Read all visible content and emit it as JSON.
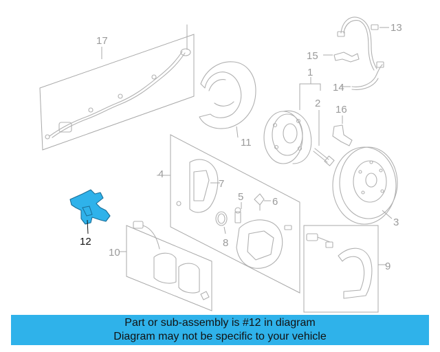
{
  "callouts": {
    "c1": "1",
    "c2": "2",
    "c3": "3",
    "c4": "4",
    "c5": "5",
    "c6": "6",
    "c7": "7",
    "c8": "8",
    "c9": "9",
    "c10": "10",
    "c11": "11",
    "c12": "12",
    "c13": "13",
    "c14": "14",
    "c15": "15",
    "c16": "16",
    "c17": "17"
  },
  "highlight": {
    "part": "12",
    "color": "#2fb2ea"
  },
  "banner": {
    "line1": "Part or sub-assembly is #12 in diagram",
    "line2": "Diagram may not be specific to your vehicle",
    "background": "#2fb2ea"
  }
}
